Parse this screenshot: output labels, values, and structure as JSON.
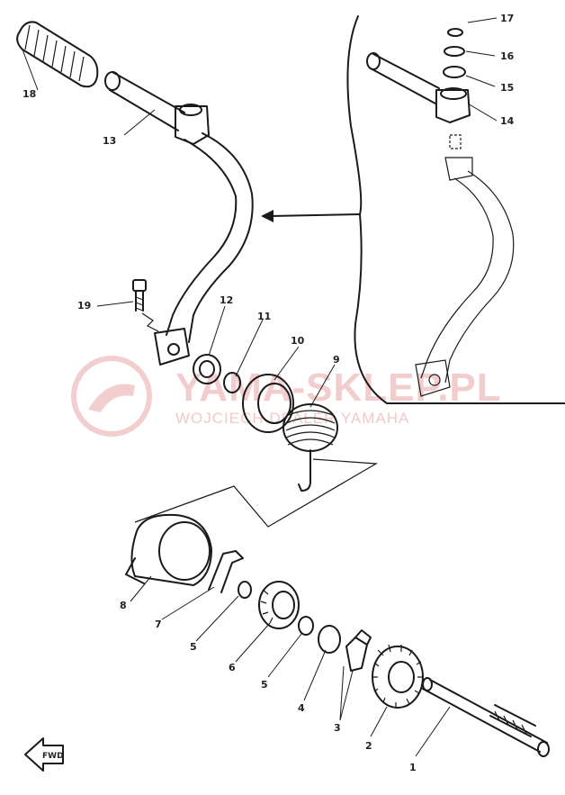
{
  "watermark": {
    "line1": "YAMA-SKLEP.PL",
    "line2": "WOJCIECH DEALER YAMAHA"
  },
  "fwd_label": "FWD",
  "callouts": [
    {
      "id": "c1",
      "label": "1"
    },
    {
      "id": "c2",
      "label": "2"
    },
    {
      "id": "c3",
      "label": "3"
    },
    {
      "id": "c4",
      "label": "4"
    },
    {
      "id": "c5a",
      "label": "5"
    },
    {
      "id": "c5b",
      "label": "5"
    },
    {
      "id": "c6",
      "label": "6"
    },
    {
      "id": "c7",
      "label": "7"
    },
    {
      "id": "c8",
      "label": "8"
    },
    {
      "id": "c9",
      "label": "9"
    },
    {
      "id": "c10",
      "label": "10"
    },
    {
      "id": "c11",
      "label": "11"
    },
    {
      "id": "c12",
      "label": "12"
    },
    {
      "id": "c13",
      "label": "13"
    },
    {
      "id": "c14",
      "label": "14"
    },
    {
      "id": "c15",
      "label": "15"
    },
    {
      "id": "c16",
      "label": "16"
    },
    {
      "id": "c17",
      "label": "17"
    },
    {
      "id": "c18",
      "label": "18"
    },
    {
      "id": "c19",
      "label": "19"
    }
  ]
}
